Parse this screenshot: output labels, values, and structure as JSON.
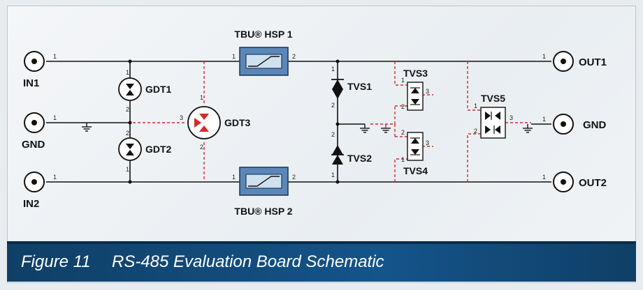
{
  "connectors": {
    "in1": "IN1",
    "gnd_left": "GND",
    "in2": "IN2",
    "out1": "OUT1",
    "gnd_right": "GND",
    "out2": "OUT2"
  },
  "components": {
    "tbu1": "TBU® HSP 1",
    "tbu2": "TBU® HSP 2",
    "gdt1": "GDT1",
    "gdt2": "GDT2",
    "gdt3": "GDT3",
    "tvs1": "TVS1",
    "tvs2": "TVS2",
    "tvs3": "TVS3",
    "tvs4": "TVS4",
    "tvs5": "TVS5"
  },
  "pins": {
    "p1": "1",
    "p2": "2",
    "p3": "3"
  },
  "caption": {
    "figure": "Figure 11",
    "title": "RS-485 Evaluation Board Schematic"
  },
  "colors": {
    "wire": "#111111",
    "dashed": "#d42a2a",
    "component_fill": "#5b87b8",
    "caption_bg": "#14548a"
  }
}
